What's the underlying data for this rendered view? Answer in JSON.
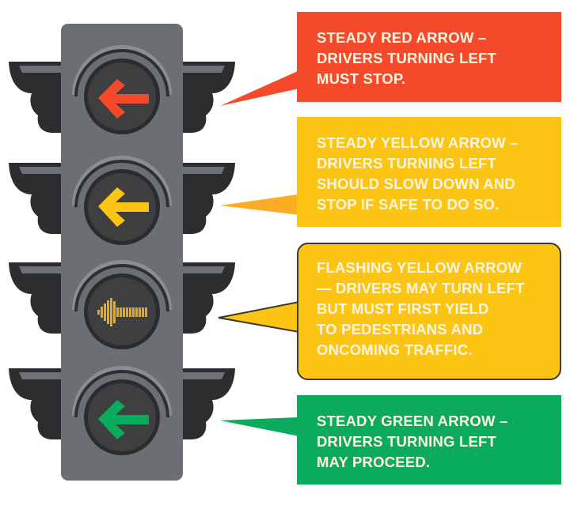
{
  "colors": {
    "red": "#f44a2b",
    "yellow": "#fcc514",
    "green": "#0bab5e",
    "housing": "#6b6e73",
    "visor": "#2b2d2f",
    "lens": "#3f3f41",
    "text": "#fff5e0"
  },
  "signal": {
    "lights": [
      {
        "name": "steady-red-arrow",
        "color": "red",
        "icon": "left-arrow-icon"
      },
      {
        "name": "steady-yellow-arrow",
        "color": "yellow",
        "icon": "left-arrow-icon"
      },
      {
        "name": "flashing-yellow-arrow",
        "color": "yellow",
        "icon": "flashing-left-arrow-icon"
      },
      {
        "name": "steady-green-arrow",
        "color": "green",
        "icon": "left-arrow-icon"
      }
    ]
  },
  "callouts": [
    {
      "id": "red",
      "text": "STEADY RED ARROW –\nDRIVERS TURNING LEFT\nMUST STOP."
    },
    {
      "id": "yellow",
      "text": "STEADY YELLOW ARROW –\nDRIVERS TURNING LEFT\nSHOULD SLOW DOWN AND\nSTOP IF SAFE TO DO SO."
    },
    {
      "id": "flash",
      "text": "FLASHING YELLOW ARROW\n— DRIVERS MAY TURN LEFT\nBUT MUST FIRST YIELD\nTO PEDESTRIANS AND\nONCOMING TRAFFIC."
    },
    {
      "id": "green",
      "text": "STEADY GREEN ARROW –\nDRIVERS TURNING LEFT\nMAY PROCEED."
    }
  ]
}
